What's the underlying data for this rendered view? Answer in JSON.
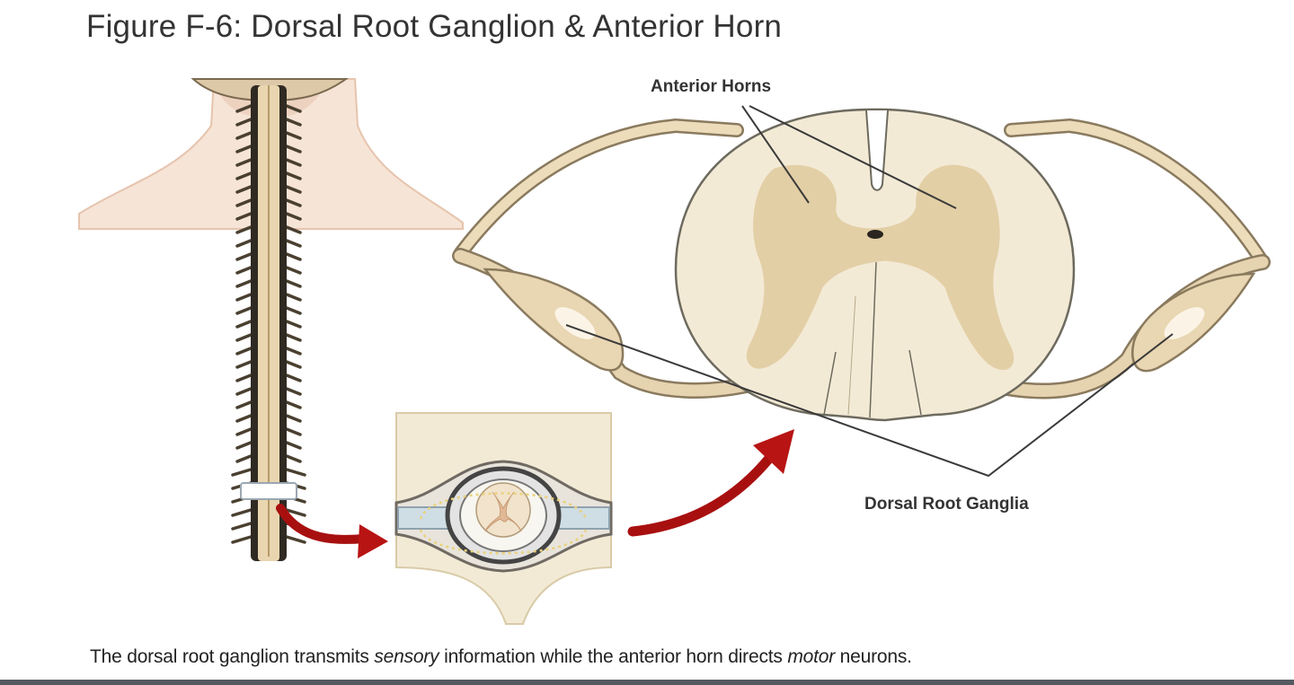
{
  "figure": {
    "title": "Figure F-6: Dorsal Root Ganglion & Anterior Horn",
    "labels": {
      "anterior_horns": "Anterior Horns",
      "dorsal_root_ganglia": "Dorsal Root Ganglia"
    },
    "caption": {
      "part1": "The dorsal root ganglion transmits ",
      "sensory": "sensory",
      "part2": " information while the anterior horn directs ",
      "motor": "motor",
      "part3": " neurons."
    },
    "colors": {
      "skin": "#f4dcc8",
      "cord_tissue": "#f3ead6",
      "gray_matter": "#e3cfa6",
      "nerve": "#e6d3b0",
      "outline": "#8a7a5e",
      "arrow_red": "#b81414",
      "rule": "#555a60"
    }
  }
}
